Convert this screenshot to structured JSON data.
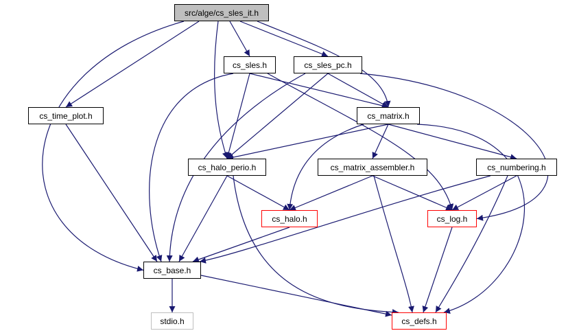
{
  "graph": {
    "colors": {
      "edge": "#191970",
      "root_fill": "#bfbfbf",
      "truncated_border": "#ff0000",
      "external_border": "#bfbfbf"
    },
    "nodes": [
      {
        "id": "cs_sles_it",
        "label": "src/alge/cs_sles_it.h",
        "kind": "root"
      },
      {
        "id": "cs_sles",
        "label": "cs_sles.h",
        "kind": "normal"
      },
      {
        "id": "cs_sles_pc",
        "label": "cs_sles_pc.h",
        "kind": "normal"
      },
      {
        "id": "cs_time_plot",
        "label": "cs_time_plot.h",
        "kind": "normal"
      },
      {
        "id": "cs_matrix",
        "label": "cs_matrix.h",
        "kind": "normal"
      },
      {
        "id": "cs_halo_perio",
        "label": "cs_halo_perio.h",
        "kind": "normal"
      },
      {
        "id": "cs_matrix_assembler",
        "label": "cs_matrix_assembler.h",
        "kind": "normal"
      },
      {
        "id": "cs_numbering",
        "label": "cs_numbering.h",
        "kind": "normal"
      },
      {
        "id": "cs_halo",
        "label": "cs_halo.h",
        "kind": "truncated"
      },
      {
        "id": "cs_log",
        "label": "cs_log.h",
        "kind": "truncated"
      },
      {
        "id": "cs_base",
        "label": "cs_base.h",
        "kind": "normal"
      },
      {
        "id": "stdio",
        "label": "stdio.h",
        "kind": "external"
      },
      {
        "id": "cs_defs",
        "label": "cs_defs.h",
        "kind": "truncated"
      }
    ],
    "edges": [
      [
        "cs_sles_it",
        "cs_base"
      ],
      [
        "cs_sles_it",
        "cs_time_plot"
      ],
      [
        "cs_sles_it",
        "cs_halo_perio"
      ],
      [
        "cs_sles_it",
        "cs_sles"
      ],
      [
        "cs_sles_it",
        "cs_sles_pc"
      ],
      [
        "cs_sles_it",
        "cs_matrix"
      ],
      [
        "cs_sles",
        "cs_base"
      ],
      [
        "cs_sles",
        "cs_halo_perio"
      ],
      [
        "cs_sles",
        "cs_matrix"
      ],
      [
        "cs_sles",
        "cs_log"
      ],
      [
        "cs_sles_pc",
        "cs_base"
      ],
      [
        "cs_sles_pc",
        "cs_halo_perio"
      ],
      [
        "cs_sles_pc",
        "cs_matrix"
      ],
      [
        "cs_sles_pc",
        "cs_log"
      ],
      [
        "cs_time_plot",
        "cs_base"
      ],
      [
        "cs_matrix",
        "cs_halo_perio"
      ],
      [
        "cs_matrix",
        "cs_halo"
      ],
      [
        "cs_matrix",
        "cs_matrix_assembler"
      ],
      [
        "cs_matrix",
        "cs_numbering"
      ],
      [
        "cs_matrix",
        "cs_defs"
      ],
      [
        "cs_halo_perio",
        "cs_halo"
      ],
      [
        "cs_halo_perio",
        "cs_base"
      ],
      [
        "cs_halo_perio",
        "cs_defs"
      ],
      [
        "cs_matrix_assembler",
        "cs_halo"
      ],
      [
        "cs_matrix_assembler",
        "cs_log"
      ],
      [
        "cs_matrix_assembler",
        "cs_defs"
      ],
      [
        "cs_numbering",
        "cs_base"
      ],
      [
        "cs_numbering",
        "cs_log"
      ],
      [
        "cs_numbering",
        "cs_defs"
      ],
      [
        "cs_halo",
        "cs_base"
      ],
      [
        "cs_log",
        "cs_defs"
      ],
      [
        "cs_base",
        "stdio"
      ],
      [
        "cs_base",
        "cs_defs"
      ]
    ]
  }
}
